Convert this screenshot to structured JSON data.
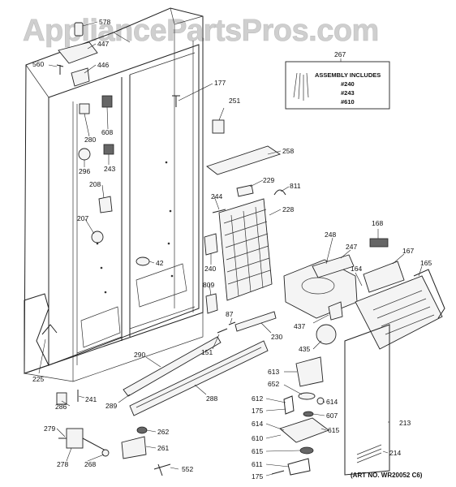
{
  "watermark": "AppliancePartsPros.com",
  "assembly_box": {
    "part_number": "267",
    "title": "ASSEMBLY INCLUDES",
    "items": [
      "#240",
      "#243",
      "#610"
    ]
  },
  "art_number": "(ART NO. WR20052 C6)",
  "parts": {
    "p578": "578",
    "p447": "447",
    "p560": "560",
    "p446": "446",
    "p177": "177",
    "p251": "251",
    "p280": "280",
    "p608": "608",
    "p296": "296",
    "p243": "243",
    "p258": "258",
    "p208": "208",
    "p229": "229",
    "p811": "811",
    "p244": "244",
    "p228": "228",
    "p207": "207",
    "p168": "168",
    "p248": "248",
    "p247": "247",
    "p167": "167",
    "p165": "165",
    "p42": "42",
    "p240": "240",
    "p164": "164",
    "p809": "809",
    "p437": "437",
    "p87": "87",
    "p230": "230",
    "p435": "435",
    "p151": "151",
    "p290": "290",
    "p225": "225",
    "p613": "613",
    "p652": "652",
    "p241": "241",
    "p286": "286",
    "p289": "289",
    "p612": "612",
    "p614a": "614",
    "p288": "288",
    "p175a": "175",
    "p607": "607",
    "p213": "213",
    "p614b": "614",
    "p615a": "615",
    "p279": "279",
    "p262": "262",
    "p610": "610",
    "p261": "261",
    "p615b": "615",
    "p214": "214",
    "p278": "278",
    "p268": "268",
    "p611": "611",
    "p552": "552",
    "p175b": "175"
  }
}
